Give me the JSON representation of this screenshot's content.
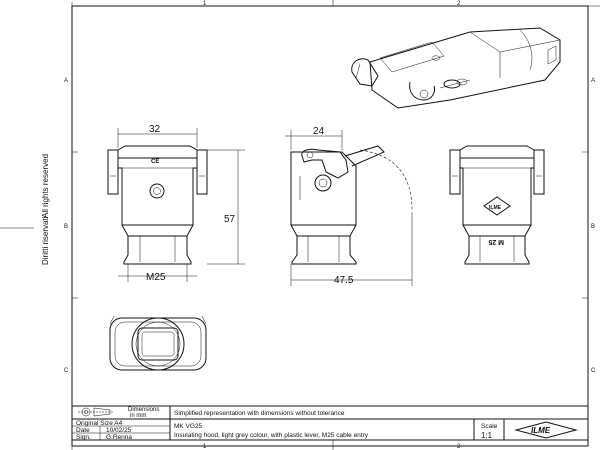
{
  "frame": {
    "columns": [
      "1",
      "2"
    ],
    "rows": [
      "A",
      "B",
      "C"
    ]
  },
  "side_note": {
    "rights": "All rights reserved",
    "italian": "Diritti riservati"
  },
  "dimensions": {
    "width_32": "32",
    "depth_24": "24",
    "height_57": "57",
    "entry_m25": "M25",
    "length_47_5": "47.5"
  },
  "marks": {
    "ce": "CE",
    "m25_stamp": "M 25",
    "brand": "ILME"
  },
  "title_block": {
    "units_line1": "Dimensions",
    "units_line2": "in mm",
    "note": "Simplified representation with dimensions without tolerance",
    "original_size": "Original Size A4",
    "date_label": "Date",
    "date_value": "10/02/25",
    "sign_label": "Sign.",
    "sign_value": "G.Renna",
    "code": "MK VG25",
    "description": "Insulating hood, light grey colour, with plastic lever, M25 cable entry",
    "scale_label": "Scale",
    "scale_value": "1:1"
  },
  "colors": {
    "line": "#111111",
    "paper": "#ffffff"
  }
}
